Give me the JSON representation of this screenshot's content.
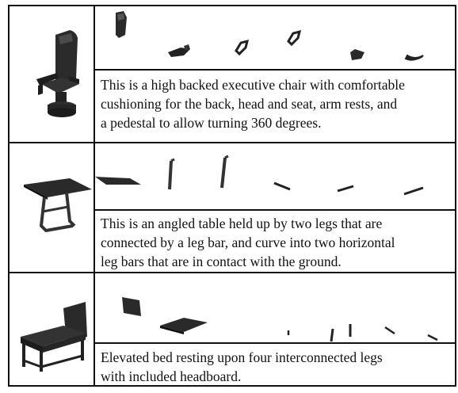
{
  "rows": [
    {
      "icon": "executive-chair-icon",
      "part_icons": [
        "chair-back-part-icon",
        "armrest-part-icon",
        "armrest-loop-part-icon",
        "armrest-loop-part-icon",
        "seat-part-icon",
        "base-part-icon"
      ],
      "description": "This is a high backed executive chair with comfortable\ncushioning for the back,  head and seat,  arm rests,  and\na pedestal to allow turning 360 degrees."
    },
    {
      "icon": "angled-table-icon",
      "part_icons": [
        "tabletop-part-icon",
        "leg-part-icon",
        "leg-part-icon",
        "leg-bar-part-icon",
        "leg-bar-part-icon",
        "leg-bar-part-icon"
      ],
      "description": "This is an angled table held up by two legs that are\nconnected by a leg bar,  and curve into two horizontal\nleg bars that are in contact with the ground."
    },
    {
      "icon": "elevated-bed-icon",
      "part_icons": [
        "headboard-part-icon",
        "mattress-part-icon",
        "short-leg-part-icon",
        "leg-part-icon",
        "leg-part-icon",
        "rail-part-icon",
        "rail-part-icon"
      ],
      "description": "Elevated bed resting upon four interconnected legs\nwith included headboard."
    }
  ]
}
